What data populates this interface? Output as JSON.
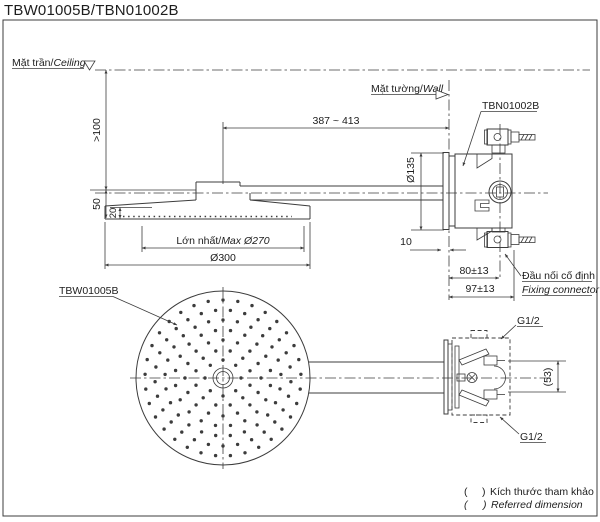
{
  "title": "TBW01005B/TBN01002B",
  "labels": {
    "ceiling_vi": "Mặt trần/",
    "ceiling_en": "Ceiling",
    "wall_vi": "Mặt tường/",
    "wall_en": "Wall",
    "valve_model": "TBN01002B",
    "head_model": "TBW01005B",
    "fixing_vi": "Đầu nối cố định",
    "fixing_en": "Fixing connector",
    "thread_top": "G1/2",
    "thread_bottom": "G1/2"
  },
  "dimensions": {
    "ceiling_clearance": ">100",
    "drop_50": "50",
    "edge_20": "20",
    "arm_length": "387 ~ 413",
    "flange_dia": "Ø135",
    "offset_10": "10",
    "depth_80": "80±13",
    "depth_97": "97±13",
    "spray_vi": "Lớn nhất/",
    "spray_en": "Max Ø270",
    "head_dia": "Ø300",
    "port_spacing": "(53)"
  },
  "notes": {
    "open_paren": "(",
    "close_paren": ")",
    "vi": "Kích thước tham khảo",
    "en": "Referred dimension"
  },
  "colors": {
    "line": "#3c3c3c",
    "text": "#1d1d1d",
    "background": "#ffffff"
  }
}
